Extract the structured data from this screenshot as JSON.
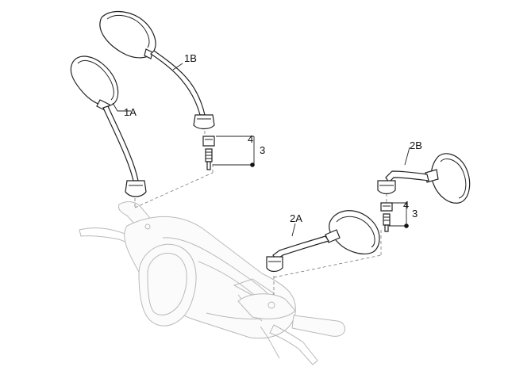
{
  "callouts": {
    "mirror_1A": "1A",
    "mirror_1B": "1B",
    "mirror_2A": "2A",
    "mirror_2B": "2B",
    "left_bracket_top": "4",
    "left_bracket_side": "3",
    "right_bracket_top": "4",
    "right_bracket_side": "3"
  }
}
